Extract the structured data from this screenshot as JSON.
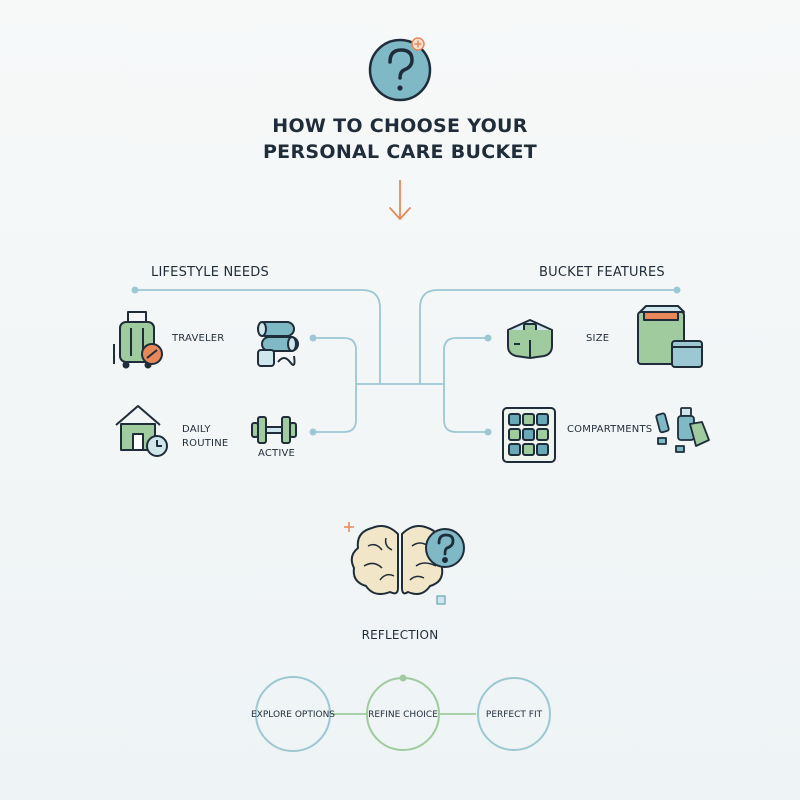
{
  "title": {
    "line1": "HOW TO CHOOSE YOUR",
    "line2": "PERSONAL CARE BUCKET"
  },
  "sections": {
    "lifestyle": "LIFESTYLE NEEDS",
    "features": "BUCKET FEATURES",
    "reflection": "REFLECTION"
  },
  "lifestyle_items": {
    "traveler": "TRAVELER",
    "daily_line1": "DAILY",
    "daily_line2": "ROUTINE",
    "active": "ACTIVE"
  },
  "feature_items": {
    "size": "SIZE",
    "compartments": "COMPARTMENTS"
  },
  "steps": [
    {
      "label": "EXPLORE OPTIONS"
    },
    {
      "label": "REFINE CHOICE"
    },
    {
      "label": "PERFECT FIT"
    }
  ],
  "icons": [
    "question-icon",
    "arrow-down-icon",
    "luggage-icon",
    "yoga-mat-icon",
    "house-clock-icon",
    "dumbbell-icon",
    "bucket-box-icon",
    "storage-bins-icon",
    "compartments-grid-icon",
    "toiletries-icon",
    "brain-question-icon"
  ],
  "colors": {
    "text": "#1f2d3a",
    "connector": "#9cc8d4",
    "accent": "#e8885a",
    "green": "#9fcb9f",
    "teal": "#6aa8b8"
  }
}
